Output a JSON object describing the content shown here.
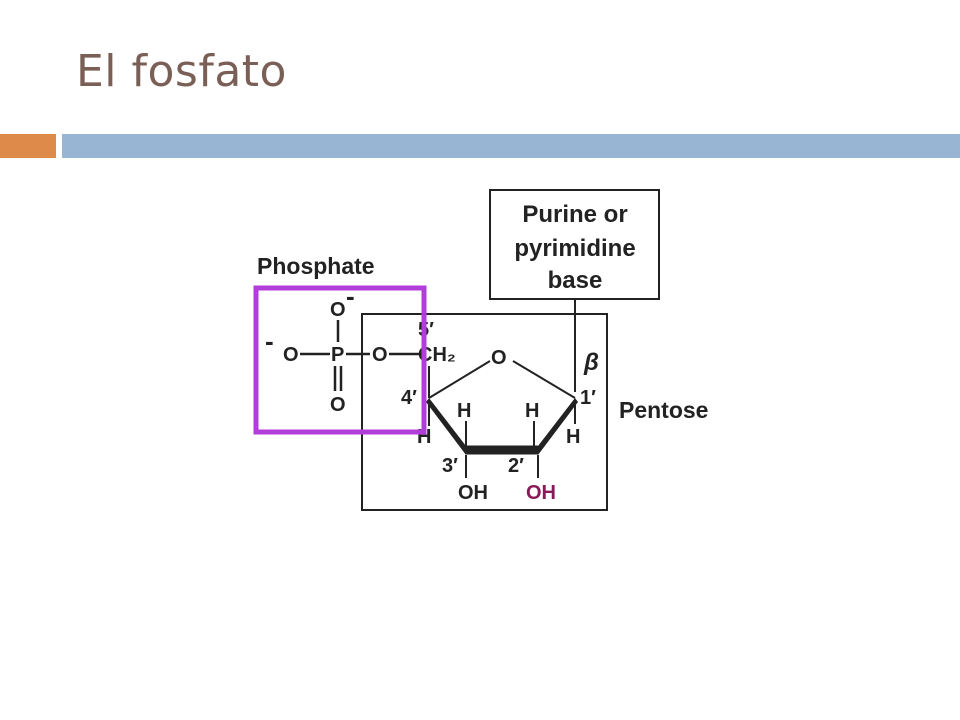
{
  "title": "El fosfato",
  "colors": {
    "title": "#7a5f56",
    "bar_orange": "#dd8a4a",
    "bar_blue": "#98b6d4",
    "highlight_box": "#b23ddb",
    "oh_2prime": "#8a1a5a"
  },
  "labels": {
    "phosphate": "Phosphate",
    "base_line1": "Purine or",
    "base_line2": "pyrimidine",
    "base_line3": "base",
    "pentose": "Pentose",
    "beta": "β"
  },
  "atoms": {
    "o_top": "O",
    "o_top_charge": "-",
    "o_left_charge": "-",
    "o_left": "O",
    "p": "P",
    "o_bridge": "O",
    "ch2": "CH₂",
    "o_double": "O",
    "o_ring": "O",
    "h_c4": "H",
    "h_c3": "H",
    "h_c2": "H",
    "h_c1": "H",
    "oh_3": "OH",
    "oh_2": "OH"
  },
  "positions": {
    "c5": "5′",
    "c4": "4′",
    "c3": "3′",
    "c2": "2′",
    "c1": "1′"
  }
}
